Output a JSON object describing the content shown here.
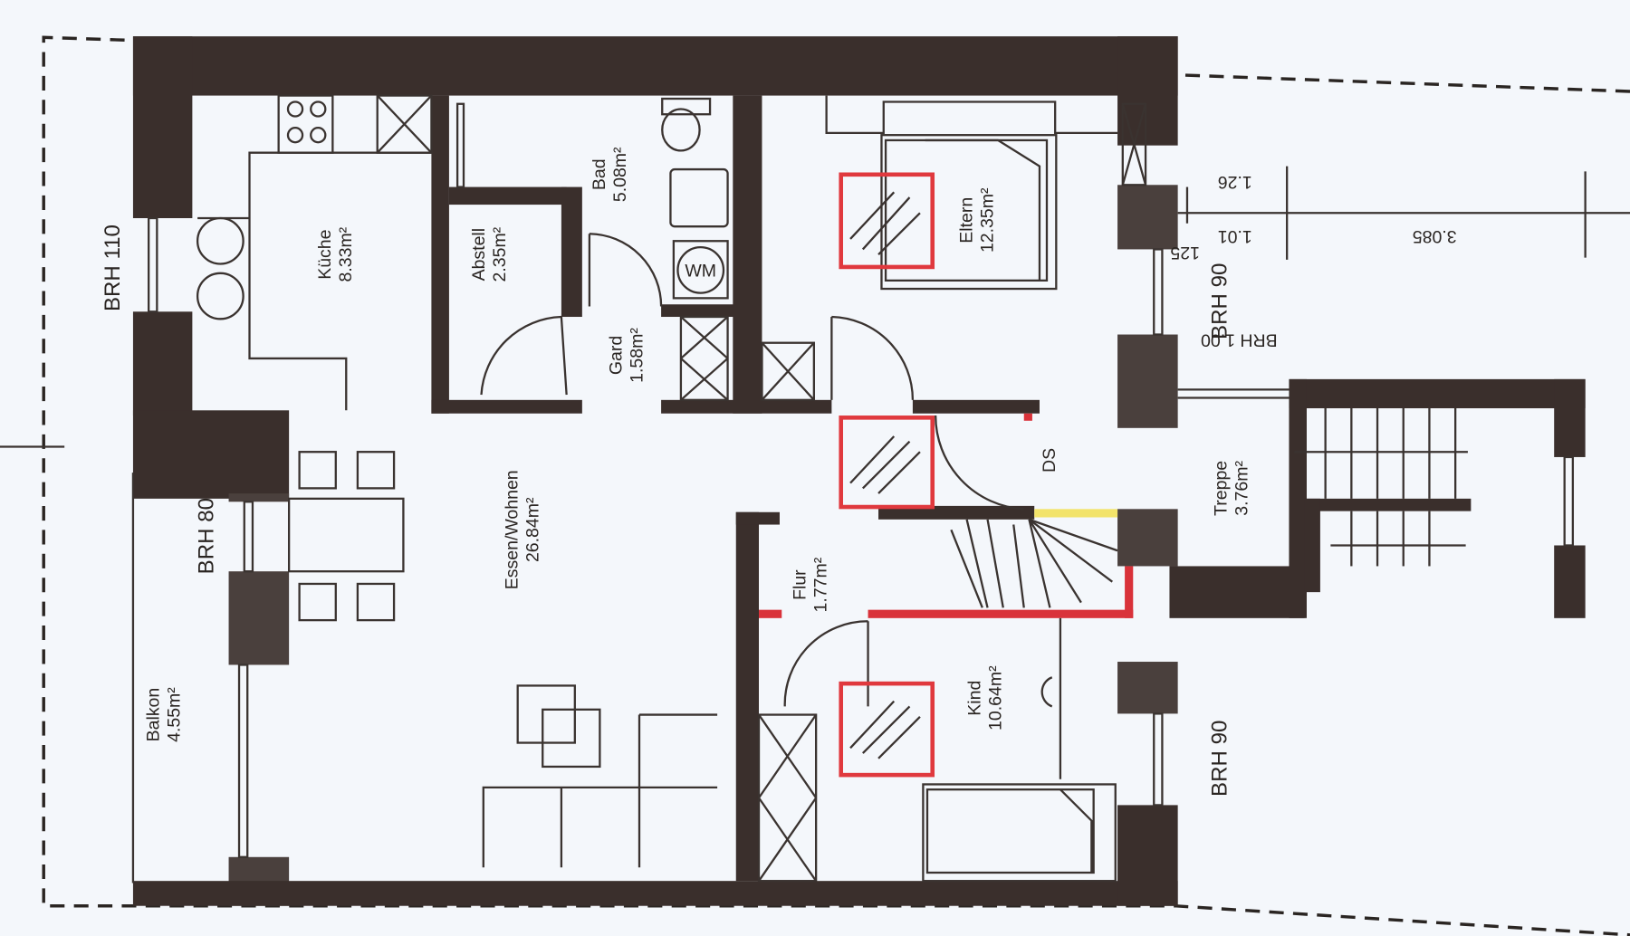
{
  "rooms": {
    "kueche": {
      "name": "Küche",
      "area": "8.33m²"
    },
    "abstell": {
      "name": "Abstell",
      "area": "2.35m²"
    },
    "bad": {
      "name": "Bad",
      "area": "5.08m²"
    },
    "gard": {
      "name": "Gard",
      "area": "1.58m²"
    },
    "eltern": {
      "name": "Eltern",
      "area": "12.35m²"
    },
    "essen": {
      "name": "Essen/Wohnen",
      "area": "26.84m²"
    },
    "flur": {
      "name": "Flur",
      "area": "1.77m²"
    },
    "kind": {
      "name": "Kind",
      "area": "10.64m²"
    },
    "balkon": {
      "name": "Balkon",
      "area": "4.55m²"
    },
    "treppe": {
      "name": "Treppe",
      "area": "3.76m²"
    },
    "ds": {
      "name": "DS"
    }
  },
  "annotations": {
    "brh_left_top": "BRH 110",
    "brh_left_mid": "BRH 80",
    "brh_right_top": "BRH 90",
    "brh_right_top_b": "BRH 1.00",
    "brh_right_bottom": "BRH 90",
    "washer": "WM"
  },
  "dimensions": {
    "d1": "1.26",
    "d2": "1.01",
    "d3": "3.085",
    "d4": "125"
  },
  "colors": {
    "wall": "#3a2f2c",
    "highlight": "#e0393e",
    "marker": "#f2e36a"
  }
}
